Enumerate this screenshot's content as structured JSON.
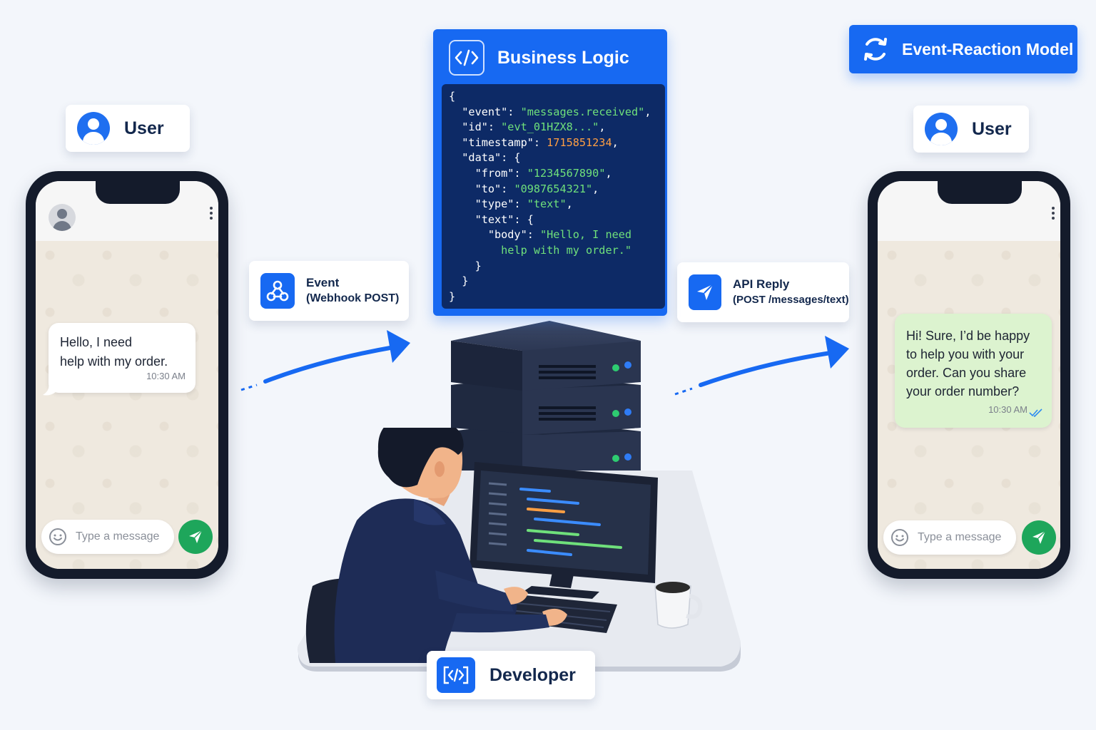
{
  "model_badge": {
    "label": "Event-Reaction Model",
    "icon": "refresh-icon"
  },
  "left_user": {
    "label": "User",
    "icon": "user-icon"
  },
  "right_user": {
    "label": "User",
    "icon": "user-icon"
  },
  "left_phone": {
    "message_line1": "Hello, I need",
    "message_line2": "help with my order.",
    "time": "10:30 AM",
    "placeholder": "Type a message"
  },
  "right_phone": {
    "reply_lines": [
      "Hi! Sure, I’d be happy",
      "to help you with your",
      "order. Can you share",
      "your order number?"
    ],
    "time": "10:30 AM",
    "placeholder": "Type a message"
  },
  "event_card": {
    "line1": "Event",
    "line2": "(Webhook POST)",
    "icon": "webhook-icon"
  },
  "api_card": {
    "line1": "API Reply",
    "line2": "(POST /messages/text)",
    "icon": "send-icon"
  },
  "business_logic": {
    "title": "Business Logic",
    "icon": "code-icon",
    "code": {
      "event": "\"messages.received\"",
      "id": "\"evt_01HZX8...\"",
      "timestamp": "1715851234",
      "from": "\"1234567890\"",
      "to": "\"0987654321\"",
      "type": "\"text\"",
      "body1": "\"Hello, I need",
      "body2": "help with my order.\""
    }
  },
  "developer": {
    "label": "Developer",
    "icon": "code-icon"
  },
  "colors": {
    "primary": "#1769f2",
    "navy": "#13284d",
    "code_bg": "#0d2a66",
    "string": "#6fe07b",
    "number": "#ff9f43",
    "send_green": "#1ea65b",
    "reply_bubble": "#dcf3cf"
  }
}
